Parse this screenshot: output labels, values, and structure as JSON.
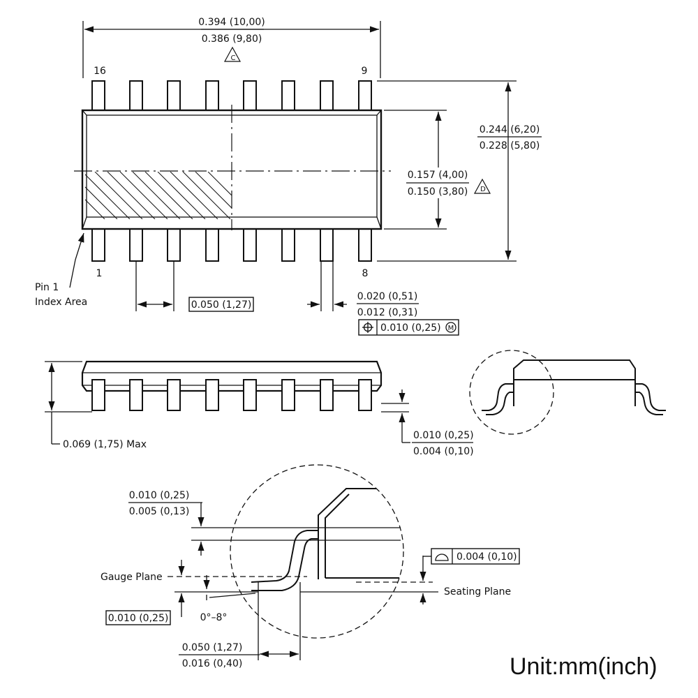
{
  "top_view": {
    "length_max": "0.394 (10,00)",
    "length_min": "0.386 (9,80)",
    "note_c": "C",
    "pin_16": "16",
    "pin_9": "9",
    "pin_1": "1",
    "pin_8": "8",
    "overall_width_max": "0.244 (6,20)",
    "overall_width_min": "0.228 (5,80)",
    "body_width_max": "0.157 (4,00)",
    "body_width_min": "0.150 (3,80)",
    "note_d": "D",
    "pin1_label_line1": "Pin 1",
    "pin1_label_line2": "Index Area",
    "pitch": "0.050 (1,27)",
    "lead_width_max": "0.020 (0,51)",
    "lead_width_min": "0.012 (0,31)",
    "position_tolerance": "0.010 (0,25)",
    "mmc_symbol": "M"
  },
  "side_view": {
    "height_max": "0.069 (1,75) Max",
    "standoff_max": "0.010 (0,25)",
    "standoff_min": "0.004 (0,10)"
  },
  "detail_view": {
    "lead_thickness_max": "0.010 (0,25)",
    "lead_thickness_min": "0.005 (0,13)",
    "gauge_plane": "Gauge Plane",
    "gauge_value": "0.010 (0,25)",
    "angle": "0°–8°",
    "coplanarity": "0.004 (0,10)",
    "seating_plane": "Seating Plane",
    "foot_length_max": "0.050 (1,27)",
    "foot_length_min": "0.016 (0,40)"
  },
  "unit_label": "Unit:mm(inch)"
}
